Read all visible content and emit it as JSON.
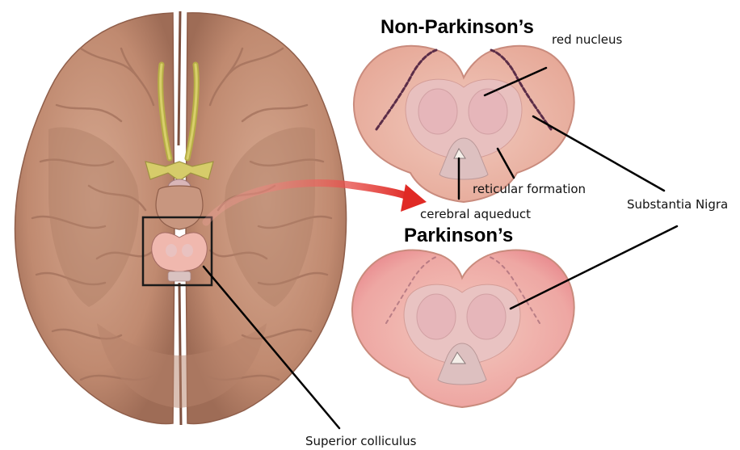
{
  "titles": {
    "healthy": "Non-Parkinson’s",
    "disease": "Parkinson’s"
  },
  "labels": {
    "red_nucleus": "red nucleus",
    "reticular_formation": "reticular formation",
    "cerebral_aqueduct": "cerebral aqueduct",
    "substantia_nigra": "Substantia Nigra",
    "superior_colliculus": "Superior colliculus"
  },
  "colors": {
    "brain_tissue": "#c9977c",
    "brain_shadow": "#9a6a55",
    "optic_nerve": "#c8bf57",
    "section_base": "#e9b1a3",
    "section_core": "#e4b9b8",
    "nigra_pigment": "#6b3b52",
    "arrow": "#e3342f",
    "highlight_box": "#1a1a1a",
    "leader_line": "#000000"
  }
}
